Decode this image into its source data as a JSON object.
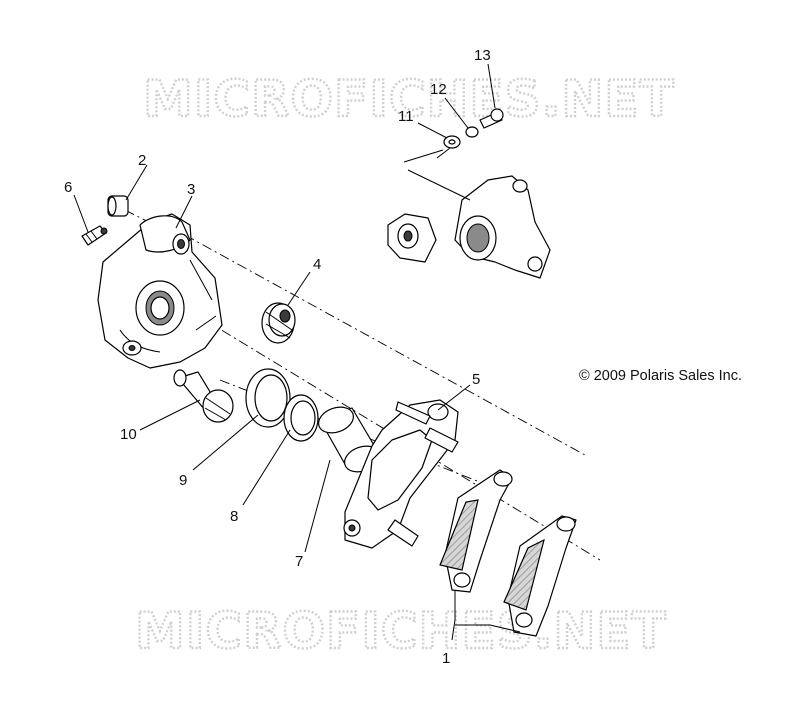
{
  "watermark_text": "MICROFICHES.NET",
  "copyright": "© 2009 Polaris Sales Inc.",
  "callouts": [
    "1",
    "2",
    "3",
    "4",
    "5",
    "6",
    "7",
    "8",
    "9",
    "10",
    "11",
    "12",
    "13"
  ]
}
